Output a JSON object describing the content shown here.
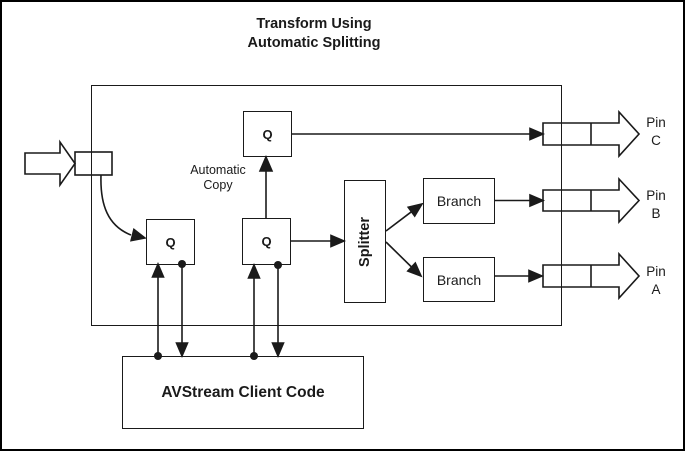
{
  "title": {
    "line1": "Transform Using",
    "line2": "Automatic Splitting"
  },
  "filter": {
    "queue_top_label": "Q",
    "queue_left_label": "Q",
    "queue_middle_label": "Q",
    "splitter_label": "Splitter",
    "branch_upper_label": "Branch",
    "branch_lower_label": "Branch",
    "automatic_copy": {
      "line1": "Automatic",
      "line2": "Copy"
    }
  },
  "pins": {
    "pin_c": {
      "line1": "Pin",
      "line2": "C"
    },
    "pin_b": {
      "line1": "Pin",
      "line2": "B"
    },
    "pin_a": {
      "line1": "Pin",
      "line2": "A"
    }
  },
  "client": {
    "label": "AVStream Client Code"
  },
  "colors": {
    "line": "#1a1a1a",
    "background": "#ffffff"
  }
}
